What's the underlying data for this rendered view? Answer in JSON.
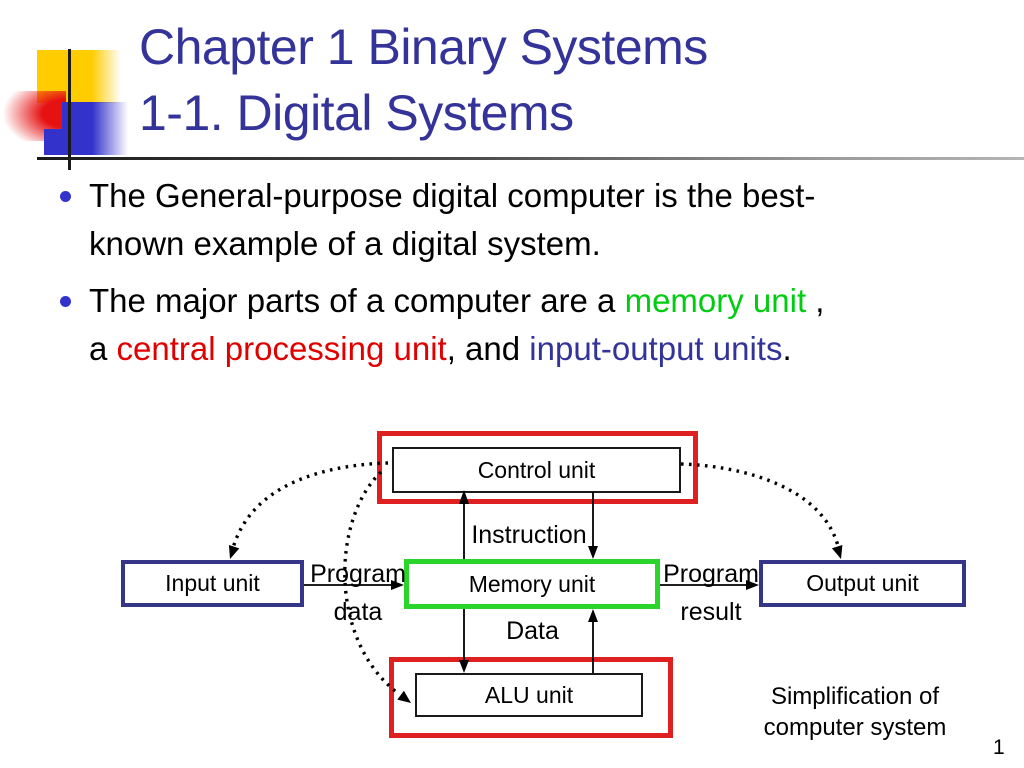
{
  "slide": {
    "title_line1": "Chapter 1 Binary Systems",
    "title_line2": "1-1. Digital Systems",
    "page_number": "1"
  },
  "bullets": {
    "b1_line1": "The General-purpose digital computer is the best-",
    "b1_line2": "known example of a digital system.",
    "b2_l1_seg1": "The major parts of a computer are a ",
    "b2_l1_seg2": "memory unit",
    "b2_l1_seg3": " ,",
    "b2_l2_seg1": "a ",
    "b2_l2_seg2": "central processing unit",
    "b2_l2_seg3": ", and ",
    "b2_l2_seg4": "input-output units",
    "b2_l2_seg5": "."
  },
  "diagram": {
    "control_label": "Control unit",
    "memory_label": "Memory unit",
    "alu_label": "ALU unit",
    "input_label": "Input unit",
    "output_label": "Output unit",
    "instruction_label": "Instruction",
    "program_data_line1": "Program",
    "program_data_line2": "data",
    "program_result_line1": "Program",
    "program_result_line2": "result",
    "data_label": "Data",
    "caption_line1": "Simplification of",
    "caption_line2": "computer system"
  },
  "colors": {
    "title_navy": "#333399",
    "memory_text_green": "#00CC11",
    "cpu_text_red": "#E00000",
    "io_text_navy": "#333399",
    "control_alu_border_red": "#DE2020",
    "memory_border_green": "#2BD42B",
    "io_border_navy": "#363689",
    "bullet_dot_blue": "#3333CC"
  }
}
